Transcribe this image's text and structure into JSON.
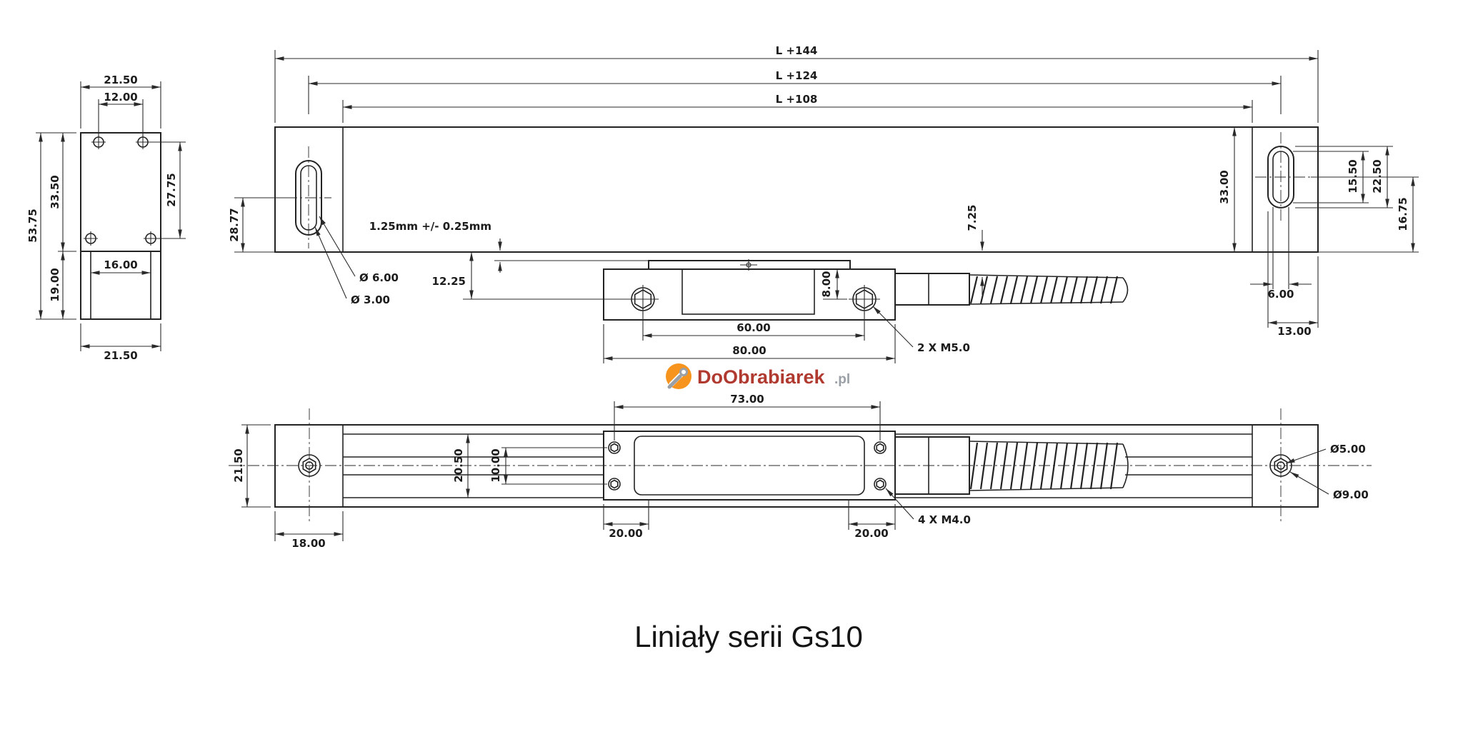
{
  "title": "Liniały serii Gs10",
  "watermark": {
    "text": "DoObrabiarek",
    "suffix": ".pl"
  },
  "colors": {
    "line": "#232323",
    "brand_orange": "#f7941d",
    "brand_red": "#b03a30",
    "brand_gray": "#9aa0a6"
  },
  "end_view": {
    "dims": {
      "top_width": "21.50",
      "hole_spacing_h": "12.00",
      "body_height": "33.50",
      "hole_span_v": "27.75",
      "total_height": "53.75",
      "lower_height": "19.00",
      "inner_width": "16.00",
      "bottom_width": "21.50"
    }
  },
  "side_view": {
    "dims": {
      "overall_length": "L +144",
      "mid_length": "L +124",
      "inner_length": "L +108",
      "left_offset": "28.77",
      "gap_tolerance": "1.25mm +/- 0.25mm",
      "slot_dia_outer": "Ø 6.00",
      "slot_dia_inner": "Ø 3.00",
      "head_offset": "12.25",
      "screw_offset": "8.00",
      "screw_spacing": "60.00",
      "head_width": "80.00",
      "screw_spec": "2 X M5.0",
      "bar_height": "33.00",
      "cable_offset": "7.25",
      "slot_len_inner": "15.50",
      "slot_len_outer": "22.50",
      "slot_center_offset": "16.75",
      "slot_width": "6.00",
      "end_margin": "13.00"
    }
  },
  "bottom_view": {
    "dims": {
      "screw_span": "73.00",
      "bar_width": "21.50",
      "profile_width": "20.50",
      "screw_row_span": "10.00",
      "end_block": "18.00",
      "margin_left": "20.00",
      "margin_right": "20.00",
      "screw_spec": "4 X M4.0",
      "hole_dia_inner": "Ø5.00",
      "hole_dia_outer": "Ø9.00"
    }
  }
}
